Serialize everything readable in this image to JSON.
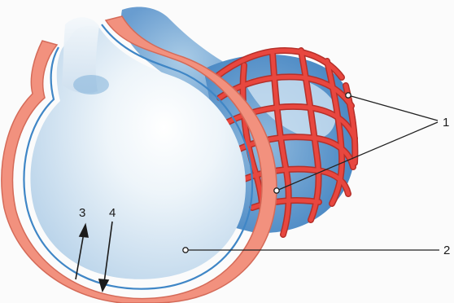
{
  "labels": {
    "l1": "1",
    "l2": "2",
    "l3": "3",
    "l4": "4"
  },
  "colors": {
    "capillary_red": "#e8473f",
    "capillary_dark": "#b5302a",
    "wall_pink": "#f2917e",
    "wall_edge": "#d46a58",
    "membrane_blue": "#3f86c6",
    "lumen_light": "#eaf2f8",
    "lumen_blue": "#b8d3e9",
    "leader_line": "#222222"
  }
}
